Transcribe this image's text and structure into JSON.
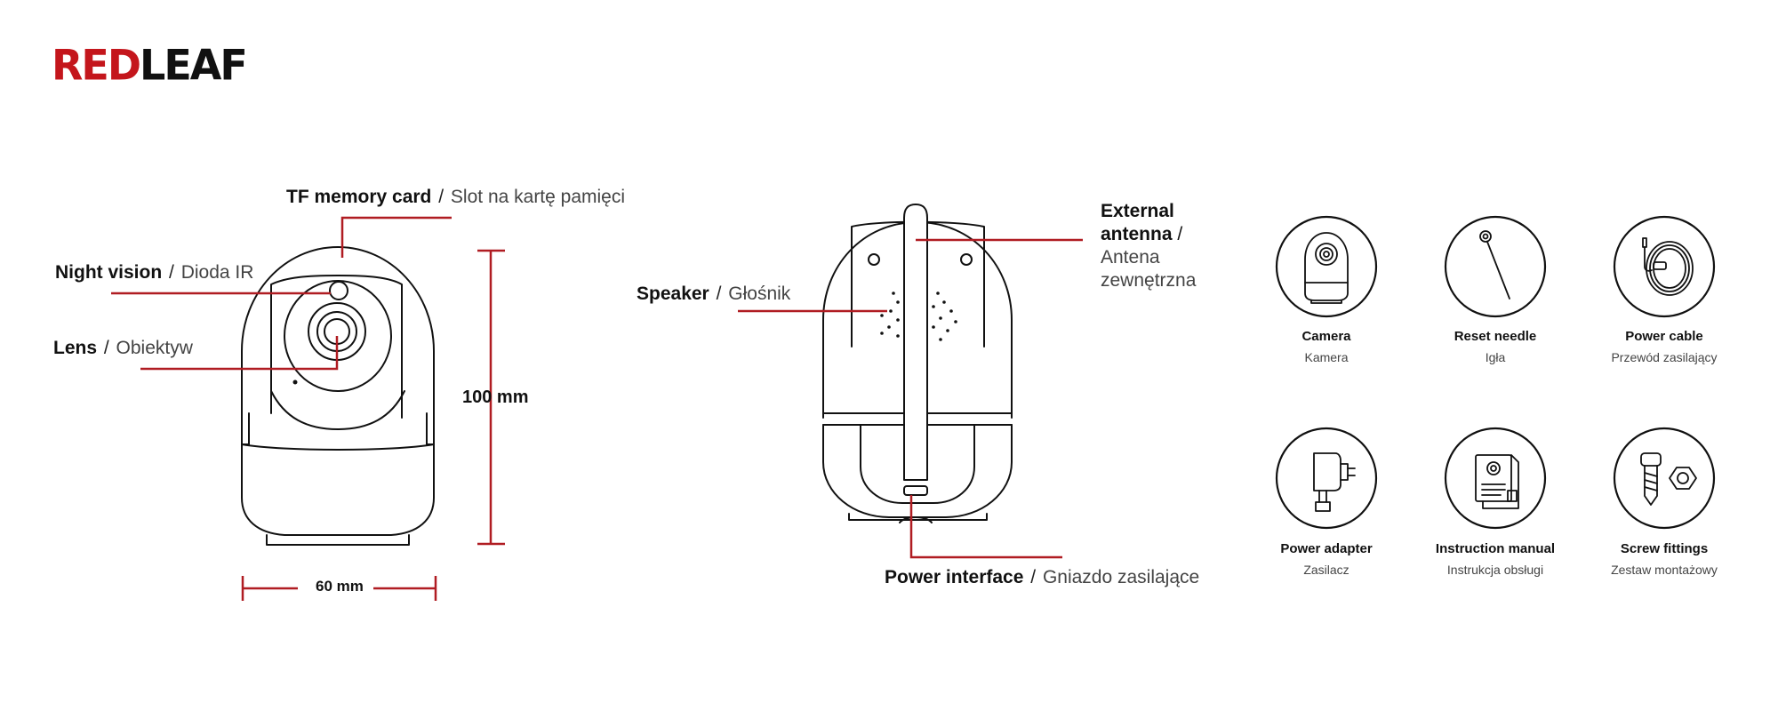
{
  "brand": {
    "part1": "RED",
    "part2": "LEAF",
    "accent": "#c4161c"
  },
  "front": {
    "tf": {
      "en": "TF memory card",
      "pl": "Slot na kartę pamięci"
    },
    "night": {
      "en": "Night vision",
      "pl": "Dioda IR"
    },
    "lens": {
      "en": "Lens",
      "pl": "Obiektyw"
    },
    "height": "100 mm",
    "width": "60 mm"
  },
  "back": {
    "speaker": {
      "en": "Speaker",
      "pl": "Głośnik"
    },
    "antenna": {
      "en1": "External",
      "en2": "antenna",
      "pl1": "Antena",
      "pl2": "zewnętrzna"
    },
    "power": {
      "en": "Power interface",
      "pl": "Gniazdo zasilające"
    }
  },
  "separator": "/",
  "accessories": [
    {
      "name": "Camera",
      "sub": "Kamera",
      "icon": "camera-icon"
    },
    {
      "name": "Reset needle",
      "sub": "Igła",
      "icon": "needle-icon"
    },
    {
      "name": "Power cable",
      "sub": "Przewód zasilający",
      "icon": "cable-icon"
    },
    {
      "name": "Power adapter",
      "sub": "Zasilacz",
      "icon": "adapter-icon"
    },
    {
      "name": "Instruction manual",
      "sub": "Instrukcja obsługi",
      "icon": "manual-icon"
    },
    {
      "name": "Screw fittings",
      "sub": "Zestaw montażowy",
      "icon": "screw-icon"
    }
  ]
}
